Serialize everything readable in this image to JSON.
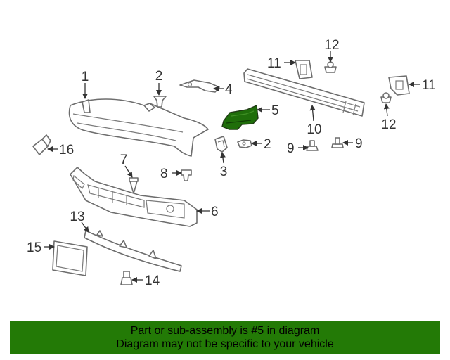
{
  "callouts": {
    "c1": "1",
    "c2a": "2",
    "c2b": "2",
    "c3": "3",
    "c4": "4",
    "c5": "5",
    "c6": "6",
    "c7": "7",
    "c8": "8",
    "c9a": "9",
    "c9b": "9",
    "c10": "10",
    "c11a": "11",
    "c11b": "11",
    "c12a": "12",
    "c12b": "12",
    "c13": "13",
    "c14": "14",
    "c15": "15",
    "c16": "16"
  },
  "highlight_color": "#1f6e0a",
  "banner": {
    "line1": "Part or sub-assembly is #5 in diagram",
    "line2": "Diagram may not be specific to your vehicle",
    "background": "#237a06"
  }
}
